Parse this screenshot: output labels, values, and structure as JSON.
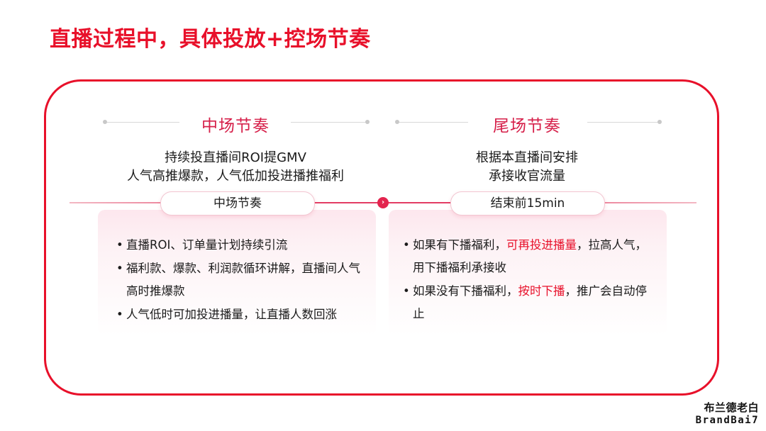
{
  "title": "直播过程中，具体投放+控场节奏",
  "left": {
    "heading": "中场节奏",
    "summary": [
      "持续投直播间ROI提GMV",
      "人气高推爆款，人气低加投进播推福利"
    ],
    "pill": "中场节奏",
    "bullets": [
      {
        "parts": [
          {
            "text": "直播ROI、订单量计划持续引流",
            "hl": false
          }
        ]
      },
      {
        "parts": [
          {
            "text": "福利款、爆款、利润款循环讲解，直播间人气高时推爆款",
            "hl": false
          }
        ]
      },
      {
        "parts": [
          {
            "text": "人气低时可加投进播量，让直播人数回涨",
            "hl": false
          }
        ]
      }
    ]
  },
  "right": {
    "heading": "尾场节奏",
    "summary": [
      "根据本直播间安排",
      "承接收官流量"
    ],
    "pill": "结束前15min",
    "bullets": [
      {
        "parts": [
          {
            "text": "如果有下播福利，",
            "hl": false
          },
          {
            "text": "可再投进播量",
            "hl": true
          },
          {
            "text": "，拉高人气，用下播福利承接收",
            "hl": false
          }
        ]
      },
      {
        "parts": [
          {
            "text": "如果没有下播福利，",
            "hl": false
          },
          {
            "text": "按时下播",
            "hl": true
          },
          {
            "text": "，推广会自动停止",
            "hl": false
          }
        ]
      }
    ]
  },
  "brand": {
    "cn": "布兰德老白",
    "en": "BrandBai7"
  },
  "colors": {
    "accent": "#e8102a",
    "heading": "#d6204a",
    "panel": "#fde7ee"
  }
}
